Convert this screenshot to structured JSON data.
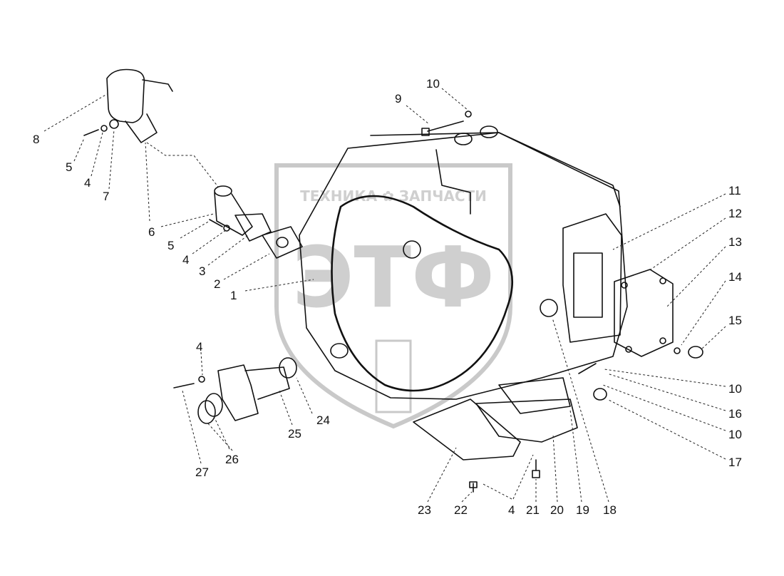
{
  "watermark": {
    "text": "ТЕХНИКА ✿ ЗАПЧАСТИ",
    "logo": "ЭТФ"
  },
  "callouts": [
    "1",
    "2",
    "3",
    "4",
    "5",
    "6",
    "7",
    "8",
    "9",
    "10",
    "11",
    "12",
    "13",
    "14",
    "15",
    "16",
    "17",
    "18",
    "19",
    "20",
    "21",
    "22",
    "23",
    "24",
    "25",
    "26",
    "27"
  ],
  "labels": {
    "l8": "8",
    "l5a": "5",
    "l4a": "4",
    "l7": "7",
    "l6": "6",
    "l5b": "5",
    "l4b": "4",
    "l3": "3",
    "l2": "2",
    "l1": "1",
    "l9": "9",
    "l10a": "10",
    "l11": "11",
    "l12": "12",
    "l13": "13",
    "l14": "14",
    "l15": "15",
    "l10b": "10",
    "l16": "16",
    "l10c": "10",
    "l17": "17",
    "l4c": "4",
    "l24": "24",
    "l25": "25",
    "l26": "26",
    "l27": "27",
    "l23": "23",
    "l22": "22",
    "l4d": "4",
    "l21": "21",
    "l20": "20",
    "l19": "19",
    "l18": "18"
  }
}
